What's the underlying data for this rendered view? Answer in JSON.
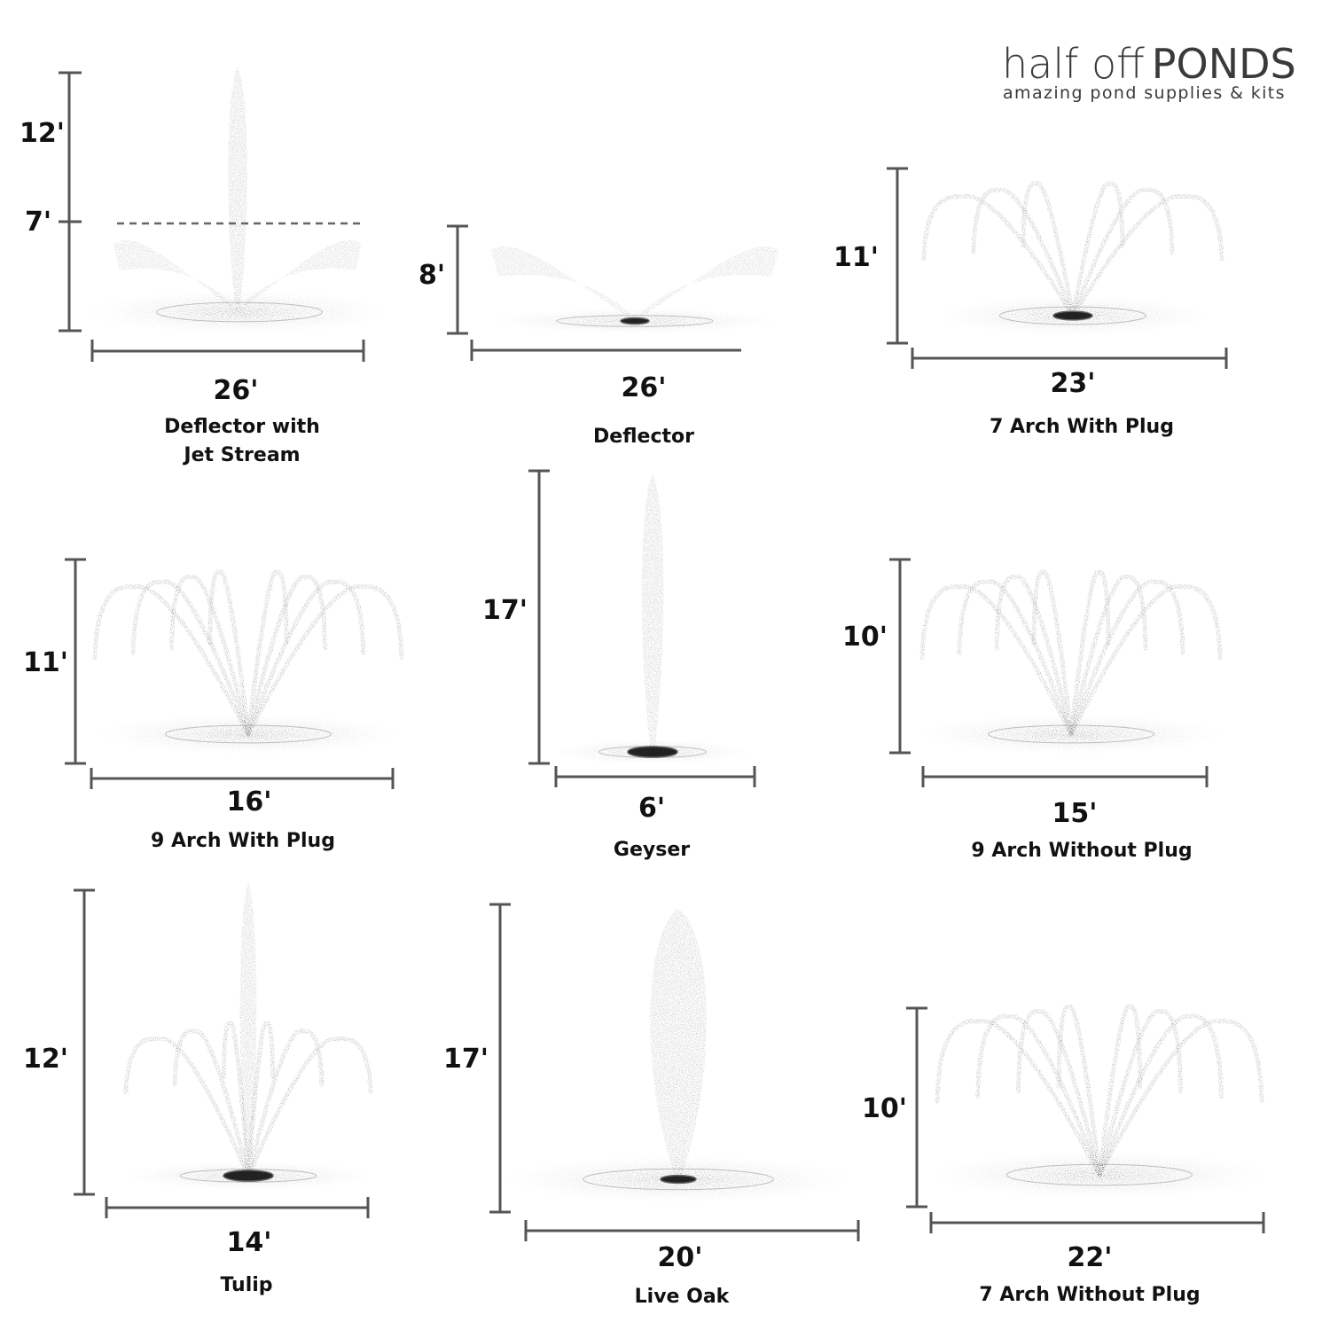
{
  "brand": {
    "name_light": "half off",
    "name_bold": "PONDS",
    "tagline": "amazing pond supplies & kits"
  },
  "items": [
    {
      "id": "deflector-jet",
      "pattern": "deflector-jet",
      "caption": [
        "Deflector with",
        "Jet Stream"
      ],
      "height": "12'",
      "height_secondary": "7'",
      "width": "26'"
    },
    {
      "id": "deflector",
      "pattern": "deflector",
      "caption": [
        "Deflector"
      ],
      "height": "8'",
      "width": "26'"
    },
    {
      "id": "arch7-plug",
      "pattern": "arch7-plug",
      "caption": [
        "7 Arch With Plug"
      ],
      "height": "11'",
      "width": "23'"
    },
    {
      "id": "arch9-plug",
      "pattern": "arch9-plug",
      "caption": [
        "9 Arch With Plug"
      ],
      "height": "11'",
      "width": "16'"
    },
    {
      "id": "geyser",
      "pattern": "geyser",
      "caption": [
        "Geyser"
      ],
      "height": "17'",
      "width": "6'"
    },
    {
      "id": "arch9-noplug",
      "pattern": "arch9-noplug",
      "caption": [
        "9 Arch Without Plug"
      ],
      "height": "10'",
      "width": "15'"
    },
    {
      "id": "tulip",
      "pattern": "tulip",
      "caption": [
        "Tulip"
      ],
      "height": "12'",
      "width": "14'"
    },
    {
      "id": "live-oak",
      "pattern": "live-oak",
      "caption": [
        "Live Oak"
      ],
      "height": "17'",
      "width": "20'"
    },
    {
      "id": "arch7-noplug",
      "pattern": "arch7-noplug",
      "caption": [
        "7 Arch Without Plug"
      ],
      "height": "10'",
      "width": "22'"
    }
  ]
}
